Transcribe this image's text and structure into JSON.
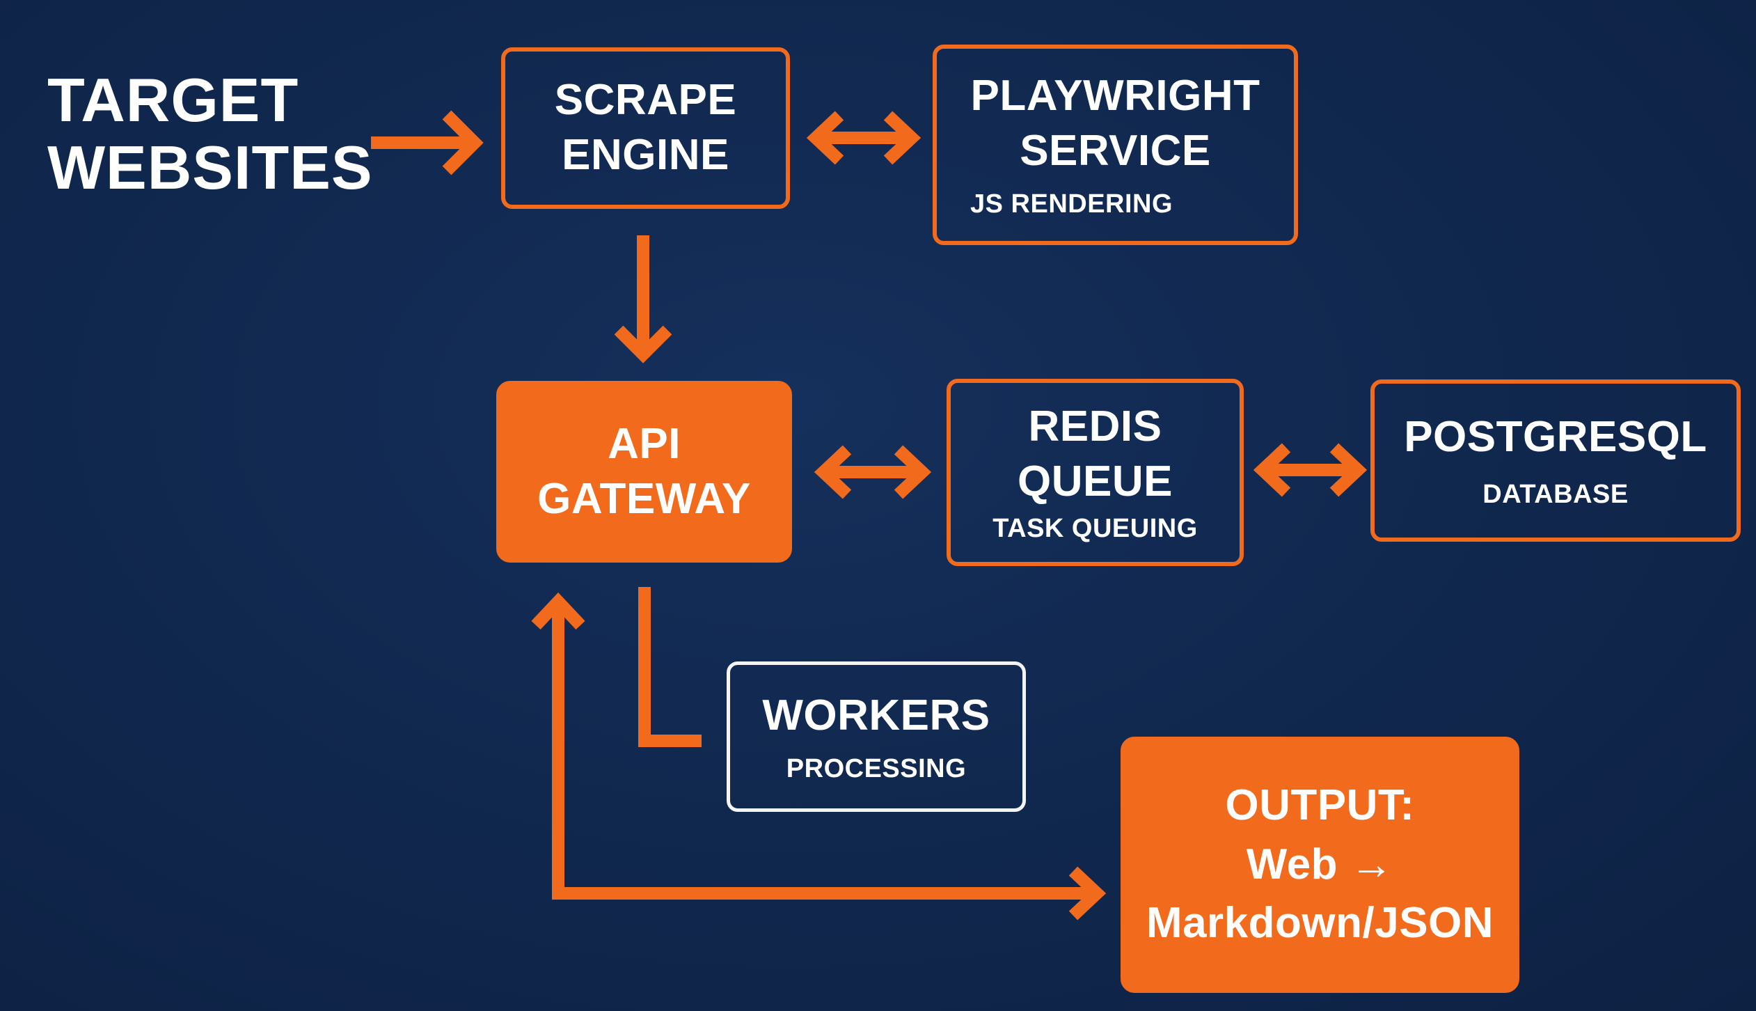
{
  "colors": {
    "background": "#11284f",
    "accent": "#f26a1b",
    "text": "#ffffff",
    "workers_border": "#f4f4f4"
  },
  "source": {
    "line1": "TARGET",
    "line2": "WEBSITES"
  },
  "nodes": {
    "scrape_engine": {
      "line1": "SCRAPE",
      "line2": "ENGINE"
    },
    "playwright": {
      "line1": "PLAYWRIGHT",
      "line2": "SERVICE",
      "sub": "JS RENDERING"
    },
    "api_gateway": {
      "line1": "API",
      "line2": "GATEWAY"
    },
    "redis": {
      "line1": "REDIS",
      "line2": "QUEUE",
      "sub": "TASK QUEUING"
    },
    "postgresql": {
      "line1": "POSTGRESQL",
      "sub": "DATABASE"
    },
    "workers": {
      "line1": "WORKERS",
      "sub": "PROCESSING"
    },
    "output": {
      "line1": "OUTPUT:",
      "line2": "Web →",
      "line3": "Markdown/JSON"
    }
  },
  "connections": [
    {
      "from": "TARGET WEBSITES",
      "to": "SCRAPE ENGINE",
      "direction": "one-way"
    },
    {
      "from": "SCRAPE ENGINE",
      "to": "PLAYWRIGHT SERVICE",
      "direction": "two-way"
    },
    {
      "from": "SCRAPE ENGINE",
      "to": "API GATEWAY",
      "direction": "one-way"
    },
    {
      "from": "API GATEWAY",
      "to": "REDIS QUEUE",
      "direction": "two-way"
    },
    {
      "from": "REDIS QUEUE",
      "to": "POSTGRESQL",
      "direction": "two-way"
    },
    {
      "from": "API GATEWAY",
      "to": "WORKERS",
      "direction": "line"
    },
    {
      "from": "API GATEWAY",
      "to": "OUTPUT",
      "direction": "two-way"
    }
  ]
}
